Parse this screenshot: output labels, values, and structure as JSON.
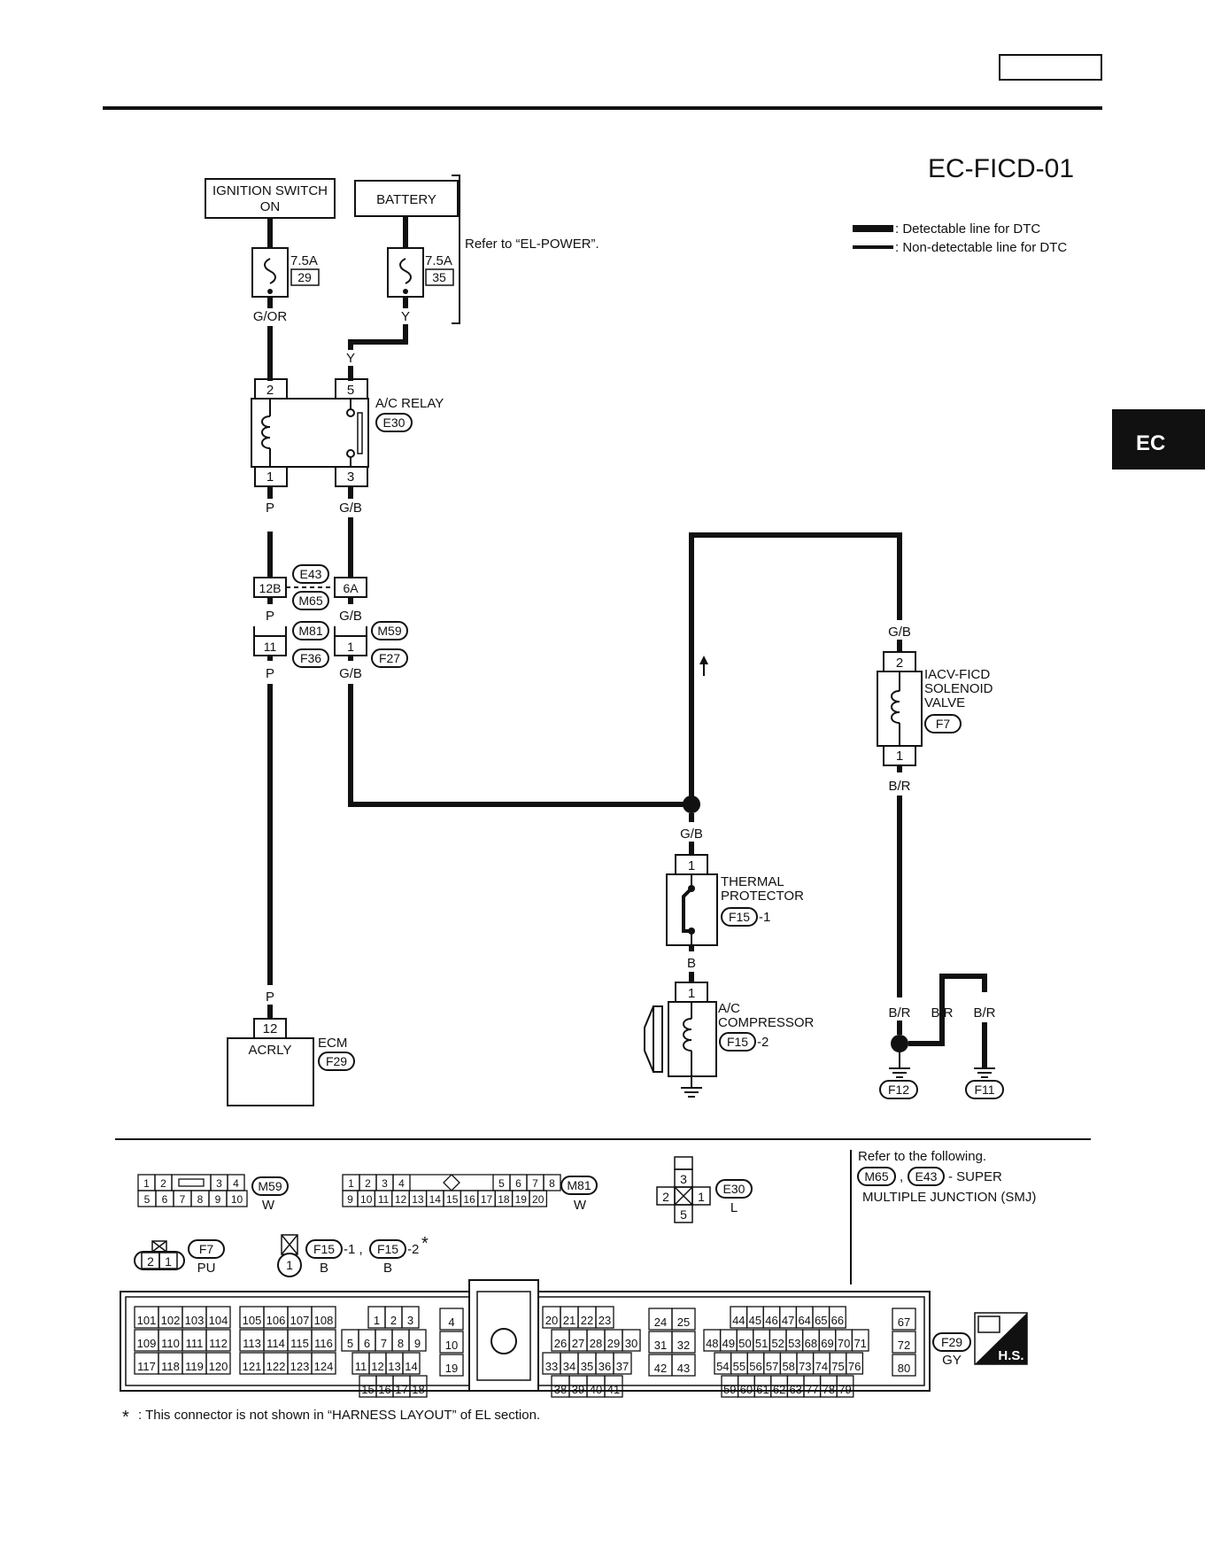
{
  "diagram_code": "EC-FICD-01",
  "section_tab": "EC",
  "legend": {
    "detectable": ": Detectable line for DTC",
    "non_detectable": ": Non-detectable line for DTC"
  },
  "power": {
    "ignition_line1": "IGNITION SWITCH",
    "ignition_line2": "ON",
    "battery": "BATTERY",
    "fuse1_rating": "7.5A",
    "fuse1_num": "29",
    "fuse2_rating": "7.5A",
    "fuse2_num": "35",
    "refer": "Refer to  “EL-POWER”."
  },
  "wires": {
    "g_or": "G/OR",
    "y": "Y",
    "p": "P",
    "g_b": "G/B",
    "b": "B",
    "b_r": "B/R"
  },
  "relay": {
    "name": "A/C RELAY",
    "connector": "E30",
    "pin1": "1",
    "pin2": "2",
    "pin3": "3",
    "pin5": "5"
  },
  "junction": {
    "pin_12b": "12B",
    "pin_6a": "6A",
    "pin_11": "11",
    "pin_1": "1",
    "c_e43": "E43",
    "c_m65": "M65",
    "c_m81": "M81",
    "c_f36": "F36",
    "c_m59": "M59",
    "c_f27": "F27"
  },
  "iacv": {
    "line1": "IACV-FICD",
    "line2": "SOLENOID",
    "line3": "VALVE",
    "connector": "F7",
    "pin2": "2",
    "pin1": "1"
  },
  "thermal": {
    "line1": "THERMAL",
    "line2": "PROTECTOR",
    "connector": "F15",
    "suffix": "-1",
    "pin": "1"
  },
  "compressor": {
    "line1": "A/C",
    "line2": "COMPRESSOR",
    "connector": "F15",
    "suffix": "-2",
    "pin": "1"
  },
  "ecm": {
    "pin": "12",
    "terminal": "ACRLY",
    "name": "ECM",
    "connector": "F29"
  },
  "grounds": {
    "g1": "F12",
    "g2": "F11"
  },
  "connectors": {
    "m59": {
      "row1": [
        "1",
        "2",
        "",
        "3",
        "4"
      ],
      "row2": [
        "5",
        "6",
        "7",
        "8",
        "9",
        "10"
      ],
      "id": "M59",
      "color": "W"
    },
    "m81": {
      "row1": [
        "1",
        "2",
        "3",
        "4",
        "",
        "5",
        "6",
        "7",
        "8"
      ],
      "row2": [
        "9",
        "10",
        "11",
        "12",
        "13",
        "14",
        "15",
        "16",
        "17",
        "18",
        "19",
        "20"
      ],
      "id": "M81",
      "color": "W"
    },
    "e30": {
      "pins": [
        "3",
        "2",
        "1",
        "5"
      ],
      "id": "E30",
      "color": "L"
    },
    "f7": {
      "pins": [
        "2",
        "1"
      ],
      "id": "F7",
      "color": "PU"
    },
    "f15": {
      "pin": "1",
      "id1": "F15",
      "s1": "-1 ,",
      "id2": "F15",
      "s2": "-2",
      "star": "*",
      "color1": "B",
      "color2": "B"
    },
    "refer_text": "Refer to the following.",
    "refer_m65": "M65",
    "refer_e43": "E43",
    "refer_super": "- SUPER",
    "refer_smj": "MULTIPLE JUNCTION (SMJ)",
    "f29": {
      "id": "F29",
      "color": "GY",
      "hs": "H.S."
    }
  },
  "ecm_grid": {
    "g1": [
      [
        "101",
        "102",
        "103",
        "104"
      ],
      [
        "109",
        "110",
        "111",
        "112"
      ],
      [
        "117",
        "118",
        "119",
        "120"
      ]
    ],
    "g2": [
      [
        "105",
        "106",
        "107",
        "108"
      ],
      [
        "113",
        "114",
        "115",
        "116"
      ],
      [
        "121",
        "122",
        "123",
        "124"
      ]
    ],
    "g3": [
      [
        "1",
        "2",
        "3"
      ],
      [
        "5",
        "6",
        "7",
        "8",
        "9"
      ],
      [
        "11",
        "12",
        "13",
        "14"
      ],
      [
        "15",
        "16",
        "17",
        "18"
      ]
    ],
    "g4": [
      [
        "4"
      ],
      [
        "10"
      ],
      [
        "19"
      ]
    ],
    "g5": [
      [
        "20",
        "21",
        "22",
        "23"
      ],
      [
        "26",
        "27",
        "28",
        "29",
        "30"
      ],
      [
        "33",
        "34",
        "35",
        "36",
        "37"
      ],
      [
        "38",
        "39",
        "40",
        "41"
      ]
    ],
    "g6": [
      [
        "24",
        "25"
      ],
      [
        "31",
        "32"
      ],
      [
        "42",
        "43"
      ]
    ],
    "g7": [
      [
        "44",
        "45",
        "46",
        "47",
        "64",
        "65",
        "66"
      ],
      [
        "48",
        "49",
        "50",
        "51",
        "52",
        "53",
        "68",
        "69",
        "70",
        "71"
      ],
      [
        "54",
        "55",
        "56",
        "57",
        "58",
        "73",
        "74",
        "75",
        "76"
      ],
      [
        "59",
        "60",
        "61",
        "62",
        "63",
        "77",
        "78",
        "79"
      ]
    ],
    "g8": [
      [
        "67"
      ],
      [
        "72"
      ],
      [
        "80"
      ]
    ]
  },
  "footnote_star": "*",
  "footnote": ": This connector is not shown in “HARNESS LAYOUT” of EL section."
}
